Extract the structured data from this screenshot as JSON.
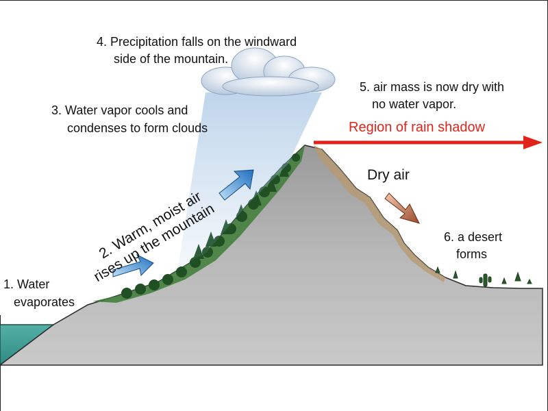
{
  "labels": {
    "step1_line1": "1. Water",
    "step1_line2": "evaporates",
    "step2_line1": "2. Warm, moist air",
    "step2_line2": "rises up the mountain",
    "step3_line1": "3. Water vapor cools and",
    "step3_line2": "condenses to form clouds",
    "step4_line1": "4. Precipitation falls on the windward",
    "step4_line2": "side of the mountain.",
    "step5_line1": "5. air mass is now dry with",
    "step5_line2": "no water vapor.",
    "rain_shadow": "Region of rain shadow",
    "dry_air": "Dry air",
    "step6_line1": "6. a desert",
    "step6_line2": "forms"
  },
  "colors": {
    "water": "#3f9e95",
    "mountain": "#b8b8b8",
    "vegetation": "#2f6a2a",
    "rain_shadow_arrow": "#e0241b",
    "moist_air_arrow": "#2e86d1",
    "dry_air_arrow": "#b65a38",
    "cloud": "#e6eef7",
    "dry_slope": "#b89a6e"
  }
}
